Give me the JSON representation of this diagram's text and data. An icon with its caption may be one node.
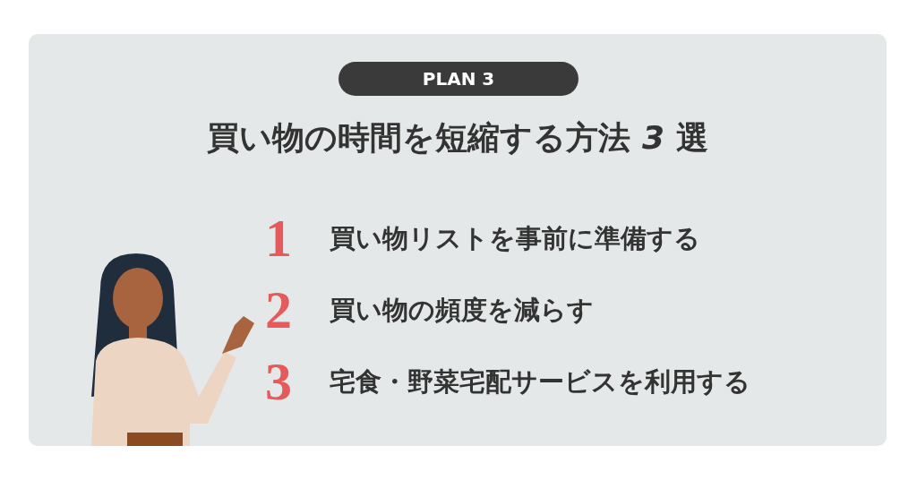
{
  "diagram": {
    "title": "買い物の時間を短縮する方法 *3* 選",
    "nodes": [
      {
        "text": [
          "PLAN 3"
        ]
      }
    ],
    "labels": [
      "1",
      "買い物リストを事前に準備する",
      "2",
      "買い物の頻度を減らす",
      "3",
      "宅食・野菜宅配サービスを利用する"
    ]
  }
}
